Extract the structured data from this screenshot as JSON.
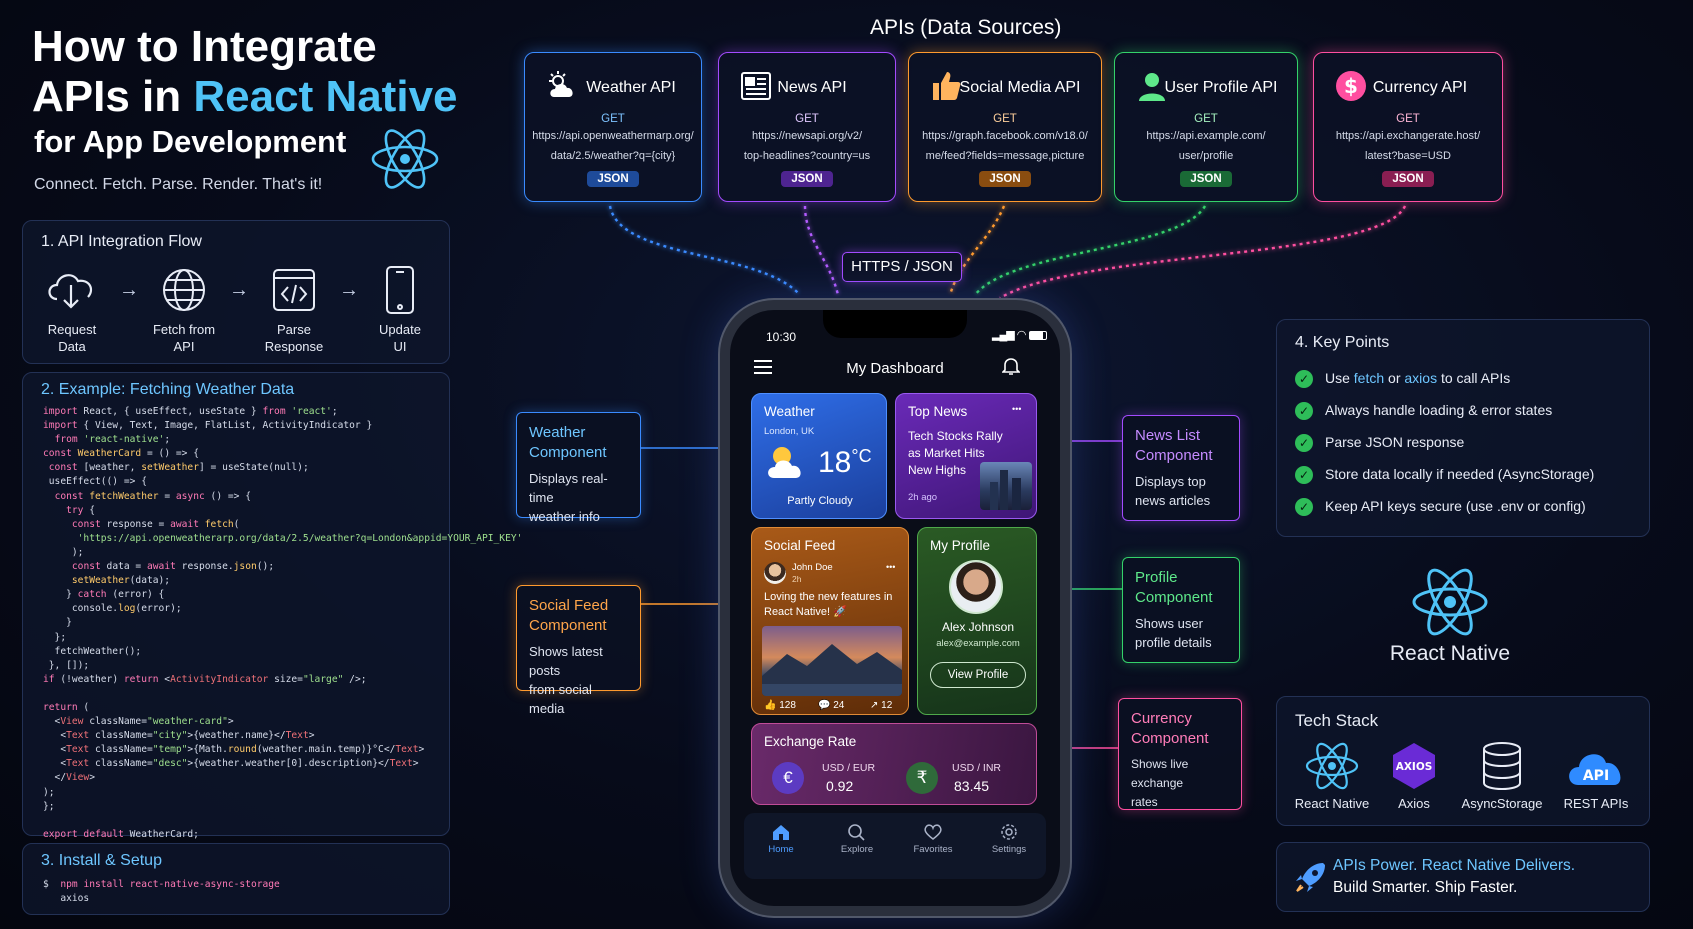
{
  "header": {
    "title_line1": "How to Integrate",
    "title_line2_prefix": "APIs in ",
    "title_line2_accent": "React Native",
    "title_line3": "for App Development",
    "tagline": "Connect. Fetch. Parse. Render. That's it!"
  },
  "flow": {
    "title": "1.  API Integration Flow",
    "steps": [
      {
        "label_1": "Request",
        "label_2": "Data",
        "icon": "cloud-download-icon"
      },
      {
        "label_1": "Fetch from",
        "label_2": "API",
        "icon": "globe-icon"
      },
      {
        "label_1": "Parse",
        "label_2": "Response",
        "icon": "code-file-icon"
      },
      {
        "label_1": "Update",
        "label_2": "UI",
        "icon": "smartphone-icon"
      }
    ],
    "arrow": "→"
  },
  "example": {
    "title": "2.  Example: Fetching Weather Data"
  },
  "install": {
    "title": "3.  Install & Setup",
    "prompt": "$",
    "command": "npm install react-native-async-storage",
    "command_2": "axios"
  },
  "apis": {
    "title": "APIs (Data Sources)",
    "cards": [
      {
        "name": "Weather API",
        "method": "GET",
        "url_1": "https://api.openweathermarp.org/",
        "url_2": "data/2.5/weather?q={city}",
        "format": "JSON",
        "color": "#3a8bff",
        "icon": "weather-icon"
      },
      {
        "name": "News API",
        "method": "GET",
        "url_1": "https://newsapi.org/v2/",
        "url_2": "top-headlines?country=us",
        "format": "JSON",
        "color": "#a34bff",
        "icon": "newspaper-icon"
      },
      {
        "name": "Social Media API",
        "method": "GET",
        "url_1": "https://graph.facebook.com/v18.0/",
        "url_2": "me/feed?fields=message,picture",
        "format": "JSON",
        "color": "#ff9a2e",
        "icon": "thumbs-up-icon"
      },
      {
        "name": "User Profile API",
        "method": "GET",
        "url_1": "https://api.example.com/",
        "url_2": "user/profile",
        "format": "JSON",
        "color": "#34d26a",
        "icon": "user-icon"
      },
      {
        "name": "Currency API",
        "method": "GET",
        "url_1": "https://api.exchangerate.host/",
        "url_2": "latest?base=USD",
        "format": "JSON",
        "color": "#ff4fa0",
        "icon": "dollar-icon"
      }
    ],
    "transport": "HTTPS / JSON"
  },
  "components": {
    "weather": {
      "title_1": "Weather",
      "title_2": "Component",
      "desc_1": "Displays real-time",
      "desc_2": "weather info",
      "color": "#3a8bff"
    },
    "social": {
      "title_1": "Social Feed",
      "title_2": "Component",
      "desc_1": "Shows latest posts",
      "desc_2": "from social media",
      "color": "#ff9a2e"
    },
    "news": {
      "title_1": "News List",
      "title_2": "Component",
      "desc_1": "Displays top",
      "desc_2": "news articles",
      "color": "#a34bff"
    },
    "profile": {
      "title_1": "Profile",
      "title_2": "Component",
      "desc_1": "Shows user",
      "desc_2": "profile details",
      "color": "#34d26a"
    },
    "currency": {
      "title_1": "Currency",
      "title_2": "Component",
      "desc_1": "Shows live exchange",
      "desc_2": "rates",
      "color": "#ff4fa0"
    }
  },
  "phone": {
    "time": "10:30",
    "header_title": "My Dashboard",
    "weather": {
      "title": "Weather",
      "location": "London, UK",
      "temp": "18",
      "unit": "°C",
      "condition": "Partly Cloudy"
    },
    "news": {
      "title": "Top News",
      "more": "•••",
      "headline_1": "Tech Stocks Rally",
      "headline_2": "as Market Hits",
      "headline_3": "New Highs",
      "age": "2h ago"
    },
    "social": {
      "title": "Social Feed",
      "user": "John Doe",
      "time": "2h",
      "more": "•••",
      "post_1": "Loving the new features in",
      "post_2": "React Native! 🚀",
      "likes": "128",
      "comments": "24",
      "shares": "12"
    },
    "profile": {
      "title": "My Profile",
      "name": "Alex Johnson",
      "email": "alex@example.com",
      "button": "View Profile"
    },
    "exchange": {
      "title": "Exchange Rate",
      "pair_1": "USD / EUR",
      "rate_1": "0.92",
      "symbol_1": "€",
      "pair_2": "USD / INR",
      "rate_2": "83.45",
      "symbol_2": "₹"
    },
    "nav": [
      {
        "label": "Home",
        "icon": "home-icon"
      },
      {
        "label": "Explore",
        "icon": "search-icon"
      },
      {
        "label": "Favorites",
        "icon": "heart-icon"
      },
      {
        "label": "Settings",
        "icon": "gear-icon"
      }
    ]
  },
  "key_points": {
    "title": "4.  Key Points",
    "items": [
      {
        "pre": "Use ",
        "hl1": "fetch",
        "mid": " or ",
        "hl2": "axios",
        "post": " to call APIs"
      },
      {
        "text": "Always handle loading & error states"
      },
      {
        "text": "Parse JSON response"
      },
      {
        "text": "Store data locally if needed (AsyncStorage)"
      },
      {
        "text": "Keep API keys secure (use .env or config)"
      }
    ],
    "check": "✓"
  },
  "react_native_label": "React Native",
  "tech_stack": {
    "title": "Tech Stack",
    "items": [
      {
        "label": "React Native",
        "icon": "react-atom-icon"
      },
      {
        "label": "Axios",
        "badge": "AXIOS",
        "icon": "axios-hexagon-icon"
      },
      {
        "label": "AsyncStorage",
        "icon": "database-icon"
      },
      {
        "label": "REST APIs",
        "badge": "API",
        "icon": "api-cloud-icon"
      }
    ]
  },
  "footer": {
    "line_1": "APIs Power. React Native Delivers.",
    "line_2": "Build Smarter. Ship Faster."
  }
}
